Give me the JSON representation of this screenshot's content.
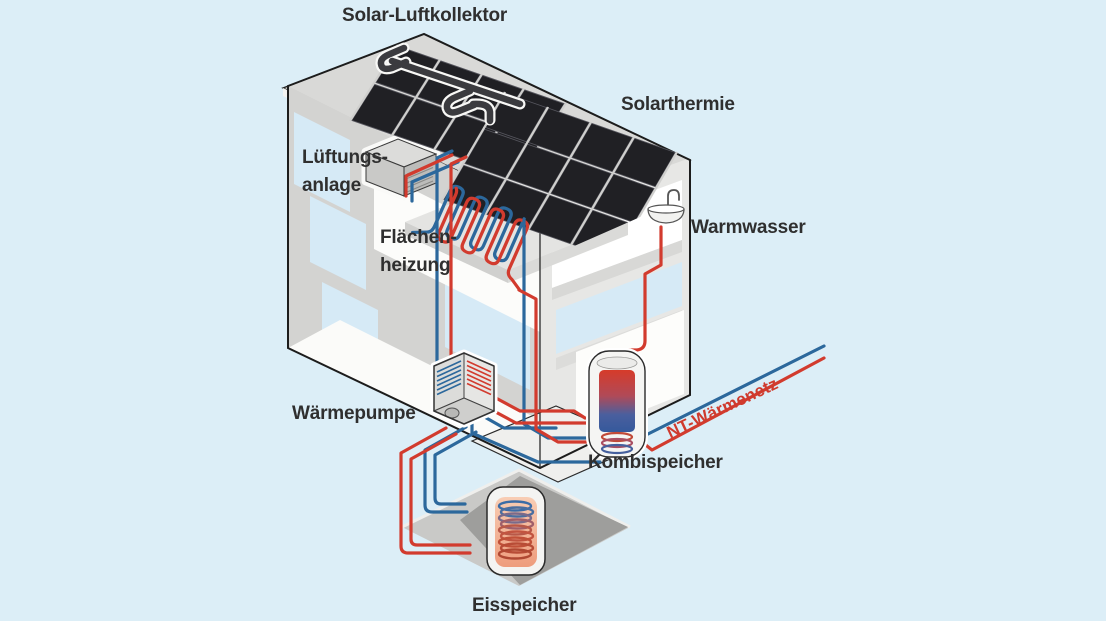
{
  "labels": {
    "solar_air_collector": "Solar-Luftkollektor",
    "solar_thermal": "Solarthermie",
    "ventilation_line1": "Lüftungs-",
    "ventilation_line2": "anlage",
    "surface_heating_line1": "Flächen-",
    "surface_heating_line2": "heizung",
    "hot_water": "Warmwasser",
    "heat_pump": "Wärmepumpe",
    "combi_storage": "Kombispeicher",
    "lt_heat_network": "NT-Wärmenetz",
    "ice_storage": "Eisspeicher"
  },
  "colors": {
    "background": "#dceef7",
    "pipe_red": "#d23b2e",
    "pipe_blue": "#2c689c",
    "network_label_red": "#cf3a2d",
    "solar_panel": "#202024",
    "building_wall_left": "#d3d3d1",
    "building_wall_right": "#e7e7e5",
    "roof": "#d9d9d7",
    "window_blue": "#d6eaf6",
    "duct_dark": "#3b3b3f"
  },
  "icons": {
    "hot_water_tap": "sink-icon"
  }
}
